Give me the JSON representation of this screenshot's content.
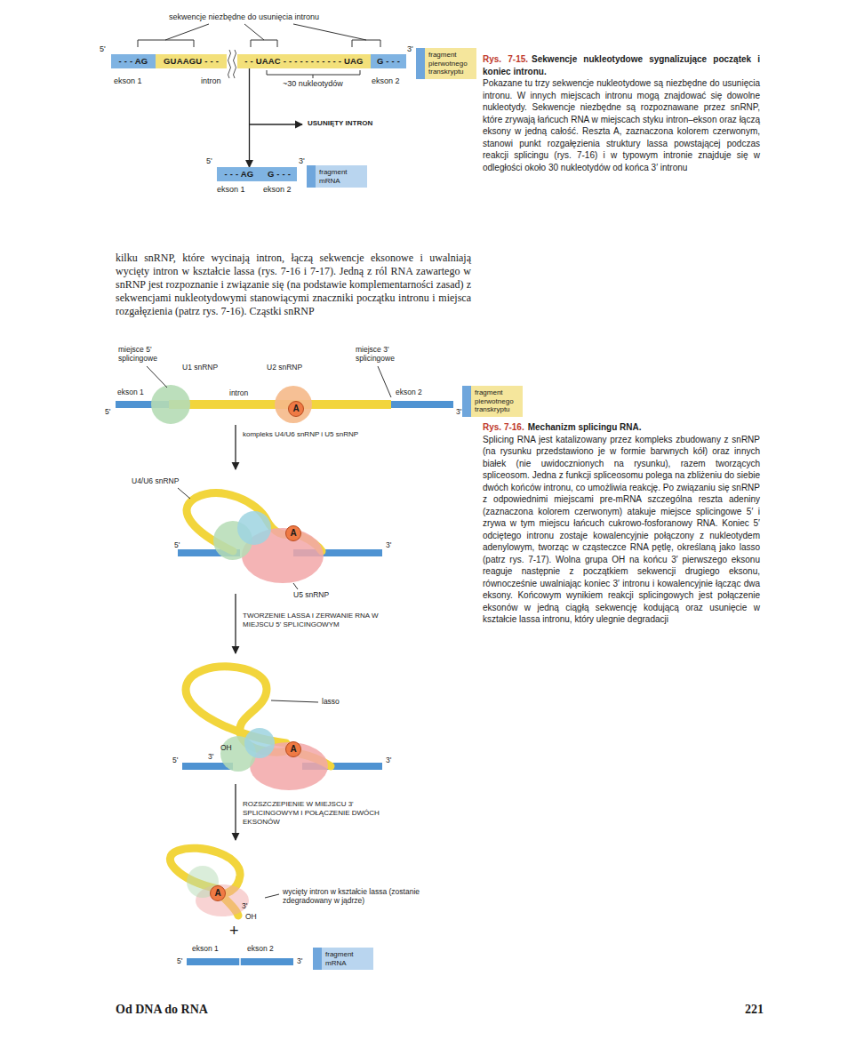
{
  "diagram": {
    "nodes": [
      {
        "text": [
          "- - - AG"
        ]
      },
      {
        "text": [
          "GUAAGU - - -"
        ]
      },
      {
        "text": [
          "- - UAAC - - - - - - - - - - - UAG"
        ]
      },
      {
        "text": [
          "G - - -"
        ]
      },
      {
        "text": [
          "fragment pierwotnego transkryptu"
        ]
      },
      {
        "text": [
          "- - - AG"
        ]
      },
      {
        "text": [
          "G - - -"
        ]
      },
      {
        "text": [
          "fragment mRNA"
        ]
      },
      {
        "text": [
          "fragment pierwotnego transkryptu"
        ]
      },
      {
        "text": [
          "A"
        ]
      },
      {
        "text": [
          "A"
        ]
      },
      {
        "text": [
          "A"
        ]
      },
      {
        "text": [
          "A"
        ]
      },
      {
        "text": [
          "fragment mRNA"
        ]
      }
    ],
    "edges": [
      {
        "from": 2,
        "to": 5,
        "arrow": "to"
      }
    ],
    "labels": [
      "sekwencje niezbędne do usunięcia intronu",
      "5'",
      "3'",
      "ekson 1",
      "intron",
      "~30 nukleotydów",
      "ekson 2",
      "USUNIĘTY INTRON",
      "5'",
      "3'",
      "ekson 1",
      "ekson 2",
      "Rys. 7-15.",
      "Sekwencje nukleotydowe sygnalizujące początek i koniec intronu.",
      "Pokazane tu trzy sekwencje nukleotydowe są niezbędne do usunięcia intronu. W innych miejscach intronu mogą znajdować się dowolne nukleotydy. Sekwencje niezbędne są rozpoznawane przez snRNP, które zrywają łańcuch RNA w miejscach styku intron–ekson oraz łączą eksony w jedną całość. Reszta A, zaznaczona kolorem czerwonym, stanowi punkt rozgałęzienia struktury lassa powstającej podczas reakcji splicingu (rys. 7-16) i w typowym intronie znajduje się w odległości około 30 nukleotydów od końca 3′ intronu",
      "kilku snRNP, które wycinają intron, łączą sekwencje eksonowe i uwalniają wycięty intron w kształcie lassa (rys. 7-16 i 7-17). Jedną z ról RNA zawartego w snRNP jest rozpoznanie i związanie się (na podstawie komplementarności zasad) z sekwencjami nukleotydowymi stanowiącymi znaczniki początku intronu i miejsca rozgałęzienia (patrz rys. 7-16). Cząstki snRNP",
      "miejsce 5' splicingowe",
      "U1 snRNP",
      "U2 snRNP",
      "miejsce 3' splicingowe",
      "ekson 1",
      "intron",
      "ekson 2",
      "5'",
      "3'",
      "kompleks U4/U6 snRNP i U5 snRNP",
      "U4/U6 snRNP",
      "5'",
      "3'",
      "U5 snRNP",
      "TWORZENIE LASSA I ZERWANIE RNA W MIEJSCU 5' SPLICINGOWYM",
      "lasso",
      "3'",
      "OH",
      "5'",
      "3'",
      "ROZSZCZEPIENIE W MIEJSCU 3' SPLICINGOWYM I POŁĄCZENIE DWÓCH EKSONÓW",
      "3'",
      "OH",
      "wycięty intron w kształcie lassa (zostanie zdegradowany w jądrze)",
      "+",
      "ekson 1",
      "ekson 2",
      "5'",
      "3'",
      "Rys. 7-16.",
      "Mechanizm splicingu RNA.",
      "Splicing RNA jest katalizowany przez kompleks zbudowany z snRNP (na rysunku przedstawiono je w formie barwnych kół) oraz innych białek (nie uwidocznionych na rysunku), razem tworzących spliceosom. Jedna z funkcji spliceosomu polega na zbliżeniu do siebie dwóch końców intronu, co umożliwia reakcję. Po związaniu się snRNP z odpowiednimi miejscami pre-mRNA szczególna reszta adeniny (zaznaczona kolorem czerwonym) atakuje miejsce splicingowe 5′ i zrywa w tym miejscu łańcuch cukrowo-fosforanowy RNA. Koniec 5′ odciętego intronu zostaje kowalencyjnie połączony z nukleotydem adenylowym, tworząc w cząsteczce RNA pętlę, określaną jako lasso (patrz rys. 7-17). Wolna grupa OH na końcu 3′ pierwszego eksonu reaguje następnie z początkiem sekwencji drugiego eksonu, równocześnie uwalniając koniec 3′ intronu i kowalencyjnie łącząc dwa eksony. Końcowym wynikiem reakcji splicingowych jest połączenie eksonów w jedną ciągłą sekwencję kodującą oraz usunięcie w kształcie lassa intronu, który ulegnie degradacji",
      "Od DNA do RNA",
      "221"
    ]
  }
}
